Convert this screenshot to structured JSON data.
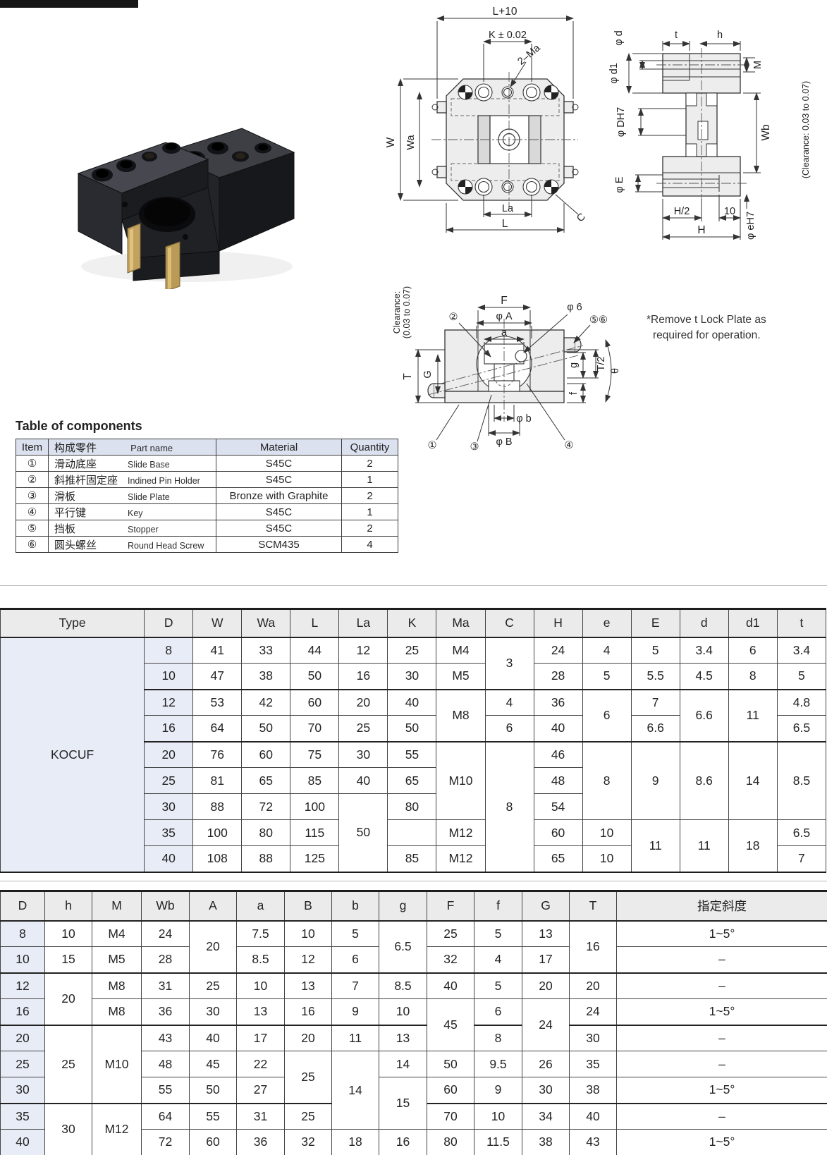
{
  "theme": {
    "tint_bg": "#e8ecf6",
    "header_bg": "#ebebeb",
    "comp_header_bg": "#dce1ef",
    "line": "#444",
    "brass": "#c2a260",
    "body_dark": "#232428"
  },
  "note": {
    "line1": "*Remove t Lock Plate as",
    "line2": "required for operation."
  },
  "drawing_labels": {
    "top_view": {
      "dim_l10": "L+10",
      "dim_k": "K ± 0.02",
      "dim_ma": "2–Ma",
      "dim_w": "W",
      "dim_wa": "Wa",
      "dim_la": "La",
      "dim_l": "L",
      "dim_c": "C"
    },
    "side_view": {
      "dim_pd": "φ d",
      "dim_t": "t",
      "dim_h": "h",
      "dim_pd1": "φ d1",
      "dim_m": "M",
      "dim_pdh7": "φ DH7",
      "dim_wb": "Wb",
      "clearance": "(Clearance: 0.03 to 0.07)",
      "dim_pe": "φ E",
      "dim_h2": "H/2",
      "dim_10": "10",
      "dim_bigh": "H",
      "dim_peh7": "φ eH7"
    },
    "front_view": {
      "dim_f": "F",
      "dim_pa": "φ A",
      "dim_p6": "φ 6",
      "dim_a": "a",
      "clearance1": "Clearance:",
      "clearance2": "(0.03 to 0.07)",
      "dim_t": "T",
      "dim_g_cap": "G",
      "dim_g": "g",
      "dim_t2": "T/2",
      "dim_f_small": "f",
      "dim_theta": "θ",
      "dim_pb": "φ b",
      "dim_pbig": "φ B",
      "b1": "①",
      "b2": "②",
      "b3": "③",
      "b4": "④",
      "b56": "⑤⑥"
    }
  },
  "components": {
    "title": "Table of components",
    "headers": {
      "item": "Item",
      "part_cn": "构成零件",
      "part_en": "Part name",
      "material": "Material",
      "quantity": "Quantity"
    },
    "rows": [
      {
        "item": "①",
        "cn": "滑动底座",
        "en": "Slide Base",
        "material": "S45C",
        "qty": "2"
      },
      {
        "item": "②",
        "cn": "斜推杆固定座",
        "en": "Indined Pin Holder",
        "material": "S45C",
        "qty": "1"
      },
      {
        "item": "③",
        "cn": "滑板",
        "en": "Slide Plate",
        "material": "Bronze with Graphite",
        "qty": "2"
      },
      {
        "item": "④",
        "cn": "平行键",
        "en": "Key",
        "material": "S45C",
        "qty": "1"
      },
      {
        "item": "⑤",
        "cn": "挡板",
        "en": "Stopper",
        "material": "S45C",
        "qty": "2"
      },
      {
        "item": "⑥",
        "cn": "圆头螺丝",
        "en": "Round Head Screw",
        "material": "SCM435",
        "qty": "4"
      }
    ]
  },
  "table1": {
    "headers": [
      {
        "t": "Type"
      },
      {
        "t": "D"
      },
      {
        "t": "W"
      },
      {
        "t": "Wa"
      },
      {
        "t": "L"
      },
      {
        "t": "La"
      },
      {
        "t": "K"
      },
      {
        "t": "Ma"
      },
      {
        "t": "C"
      },
      {
        "t": "H"
      },
      {
        "t": "e"
      },
      {
        "t": "E"
      },
      {
        "t": "d"
      },
      {
        "t": "d1"
      },
      {
        "t": "t"
      }
    ],
    "rows": [
      {
        "cells": [
          {
            "t": "KOCUF",
            "rs": 9,
            "cls": "type"
          },
          {
            "t": "8",
            "cls": "dcol"
          },
          {
            "t": "41"
          },
          {
            "t": "33"
          },
          {
            "t": "44"
          },
          {
            "t": "12"
          },
          {
            "t": "25"
          },
          {
            "t": "M4"
          },
          {
            "t": "3",
            "rs": 2
          },
          {
            "t": "24"
          },
          {
            "t": "4"
          },
          {
            "t": "5"
          },
          {
            "t": "3.4"
          },
          {
            "t": "6"
          },
          {
            "t": "3.4"
          }
        ]
      },
      {
        "cells": [
          {
            "t": "10",
            "cls": "dcol"
          },
          {
            "t": "47"
          },
          {
            "t": "38"
          },
          {
            "t": "50"
          },
          {
            "t": "16"
          },
          {
            "t": "30"
          },
          {
            "t": "M5"
          },
          {
            "t": "28"
          },
          {
            "t": "5"
          },
          {
            "t": "5.5"
          },
          {
            "t": "4.5"
          },
          {
            "t": "8"
          },
          {
            "t": "5"
          }
        ]
      },
      {
        "grp": true,
        "cells": [
          {
            "t": "12",
            "cls": "dcol"
          },
          {
            "t": "53"
          },
          {
            "t": "42"
          },
          {
            "t": "60"
          },
          {
            "t": "20"
          },
          {
            "t": "40"
          },
          {
            "t": "M8",
            "rs": 2
          },
          {
            "t": "4"
          },
          {
            "t": "36"
          },
          {
            "t": "6",
            "rs": 2
          },
          {
            "t": "7"
          },
          {
            "t": "6.6",
            "rs": 2
          },
          {
            "t": "11",
            "rs": 2
          },
          {
            "t": "4.8"
          }
        ]
      },
      {
        "cells": [
          {
            "t": "16",
            "cls": "dcol"
          },
          {
            "t": "64"
          },
          {
            "t": "50"
          },
          {
            "t": "70"
          },
          {
            "t": "25"
          },
          {
            "t": "50"
          },
          {
            "t": "6"
          },
          {
            "t": "40"
          },
          {
            "t": "6.6"
          },
          {
            "t": "6.5"
          }
        ]
      },
      {
        "grp": true,
        "cells": [
          {
            "t": "20",
            "cls": "dcol"
          },
          {
            "t": "76"
          },
          {
            "t": "60"
          },
          {
            "t": "75"
          },
          {
            "t": "30"
          },
          {
            "t": "55"
          },
          {
            "t": "M10",
            "rs": 3
          },
          {
            "t": "8",
            "rs": 5
          },
          {
            "t": "46"
          },
          {
            "t": "8",
            "rs": 3
          },
          {
            "t": "9",
            "rs": 3
          },
          {
            "t": "8.6",
            "rs": 3
          },
          {
            "t": "14",
            "rs": 3
          },
          {
            "t": "8.5",
            "rs": 3
          }
        ]
      },
      {
        "cells": [
          {
            "t": "25",
            "cls": "dcol"
          },
          {
            "t": "81"
          },
          {
            "t": "65"
          },
          {
            "t": "85"
          },
          {
            "t": "40"
          },
          {
            "t": "65"
          },
          {
            "t": "48"
          }
        ]
      },
      {
        "cells": [
          {
            "t": "30",
            "cls": "dcol"
          },
          {
            "t": "88"
          },
          {
            "t": "72"
          },
          {
            "t": "100"
          },
          {
            "t": "50",
            "rs": 3
          },
          {
            "t": "80"
          },
          {
            "t": "54"
          }
        ]
      },
      {
        "cells": [
          {
            "t": "35",
            "cls": "dcol"
          },
          {
            "t": "100"
          },
          {
            "t": "80"
          },
          {
            "t": "115"
          },
          {
            "t": ""
          },
          {
            "t": "M12"
          },
          {
            "t": "60"
          },
          {
            "t": "10"
          },
          {
            "t": "11",
            "rs": 2
          },
          {
            "t": "11",
            "rs": 2
          },
          {
            "t": "18",
            "rs": 2
          },
          {
            "t": "6.5"
          }
        ]
      },
      {
        "cells": [
          {
            "t": "40",
            "cls": "dcol"
          },
          {
            "t": "108"
          },
          {
            "t": "88"
          },
          {
            "t": "125"
          },
          {
            "t": "85"
          },
          {
            "t": "M12"
          },
          {
            "t": "65"
          },
          {
            "t": "10"
          },
          {
            "t": "7"
          }
        ]
      }
    ]
  },
  "table2": {
    "headers": [
      {
        "t": "D"
      },
      {
        "t": "h"
      },
      {
        "t": "M"
      },
      {
        "t": "Wb"
      },
      {
        "t": "A"
      },
      {
        "t": "a"
      },
      {
        "t": "B"
      },
      {
        "t": "b"
      },
      {
        "t": "g"
      },
      {
        "t": "F"
      },
      {
        "t": "f"
      },
      {
        "t": "G"
      },
      {
        "t": "T"
      },
      {
        "t": "指定斜度"
      }
    ],
    "rows": [
      {
        "cells": [
          {
            "t": "8",
            "cls": "dcol"
          },
          {
            "t": "10"
          },
          {
            "t": "M4"
          },
          {
            "t": "24"
          },
          {
            "t": "20",
            "rs": 2
          },
          {
            "t": "7.5"
          },
          {
            "t": "10"
          },
          {
            "t": "5"
          },
          {
            "t": "6.5",
            "rs": 2
          },
          {
            "t": "25"
          },
          {
            "t": "5"
          },
          {
            "t": "13"
          },
          {
            "t": "16",
            "rs": 2
          },
          {
            "t": "1~5°"
          }
        ]
      },
      {
        "cells": [
          {
            "t": "10",
            "cls": "dcol"
          },
          {
            "t": "15"
          },
          {
            "t": "M5"
          },
          {
            "t": "28"
          },
          {
            "t": "8.5"
          },
          {
            "t": "12"
          },
          {
            "t": "6"
          },
          {
            "t": "32"
          },
          {
            "t": "4"
          },
          {
            "t": "17"
          },
          {
            "t": "–"
          }
        ]
      },
      {
        "grp": true,
        "cells": [
          {
            "t": "12",
            "cls": "dcol"
          },
          {
            "t": "20",
            "rs": 2
          },
          {
            "t": "M8"
          },
          {
            "t": "31"
          },
          {
            "t": "25"
          },
          {
            "t": "10"
          },
          {
            "t": "13"
          },
          {
            "t": "7"
          },
          {
            "t": "8.5"
          },
          {
            "t": "40"
          },
          {
            "t": "5"
          },
          {
            "t": "20"
          },
          {
            "t": "20"
          },
          {
            "t": "–"
          }
        ]
      },
      {
        "cells": [
          {
            "t": "16",
            "cls": "dcol"
          },
          {
            "t": "M8"
          },
          {
            "t": "36"
          },
          {
            "t": "30"
          },
          {
            "t": "13"
          },
          {
            "t": "16"
          },
          {
            "t": "9"
          },
          {
            "t": "10"
          },
          {
            "t": "45",
            "rs": 2
          },
          {
            "t": "6"
          },
          {
            "t": "24",
            "rs": 2
          },
          {
            "t": "24"
          },
          {
            "t": "1~5°"
          }
        ]
      },
      {
        "grp": true,
        "cells": [
          {
            "t": "20",
            "cls": "dcol"
          },
          {
            "t": "25",
            "rs": 3
          },
          {
            "t": "M10",
            "rs": 3
          },
          {
            "t": "43"
          },
          {
            "t": "40"
          },
          {
            "t": "17"
          },
          {
            "t": "20"
          },
          {
            "t": "11"
          },
          {
            "t": "13"
          },
          {
            "t": "8"
          },
          {
            "t": "30"
          },
          {
            "t": "–"
          }
        ]
      },
      {
        "cells": [
          {
            "t": "25",
            "cls": "dcol"
          },
          {
            "t": "48"
          },
          {
            "t": "45"
          },
          {
            "t": "22"
          },
          {
            "t": "25",
            "rs": 2
          },
          {
            "t": "14",
            "rs": 3
          },
          {
            "t": "14"
          },
          {
            "t": "50"
          },
          {
            "t": "9.5"
          },
          {
            "t": "26"
          },
          {
            "t": "35"
          },
          {
            "t": "–"
          }
        ]
      },
      {
        "cells": [
          {
            "t": "30",
            "cls": "dcol"
          },
          {
            "t": "55"
          },
          {
            "t": "50"
          },
          {
            "t": "27"
          },
          {
            "t": "15",
            "rs": 2
          },
          {
            "t": "60"
          },
          {
            "t": "9"
          },
          {
            "t": "30"
          },
          {
            "t": "38"
          },
          {
            "t": "1~5°"
          }
        ]
      },
      {
        "grp": true,
        "cells": [
          {
            "t": "35",
            "cls": "dcol"
          },
          {
            "t": "30",
            "rs": 2
          },
          {
            "t": "M12",
            "rs": 2
          },
          {
            "t": "64"
          },
          {
            "t": "55"
          },
          {
            "t": "31"
          },
          {
            "t": "25"
          },
          {
            "t": "70"
          },
          {
            "t": "10"
          },
          {
            "t": "34"
          },
          {
            "t": "40"
          },
          {
            "t": "–"
          }
        ]
      },
      {
        "cells": [
          {
            "t": "40",
            "cls": "dcol"
          },
          {
            "t": "72"
          },
          {
            "t": "60"
          },
          {
            "t": "36"
          },
          {
            "t": "32"
          },
          {
            "t": "18"
          },
          {
            "t": "16"
          },
          {
            "t": "80"
          },
          {
            "t": "11.5"
          },
          {
            "t": "38"
          },
          {
            "t": "43"
          },
          {
            "t": "1~5°"
          }
        ]
      }
    ]
  }
}
